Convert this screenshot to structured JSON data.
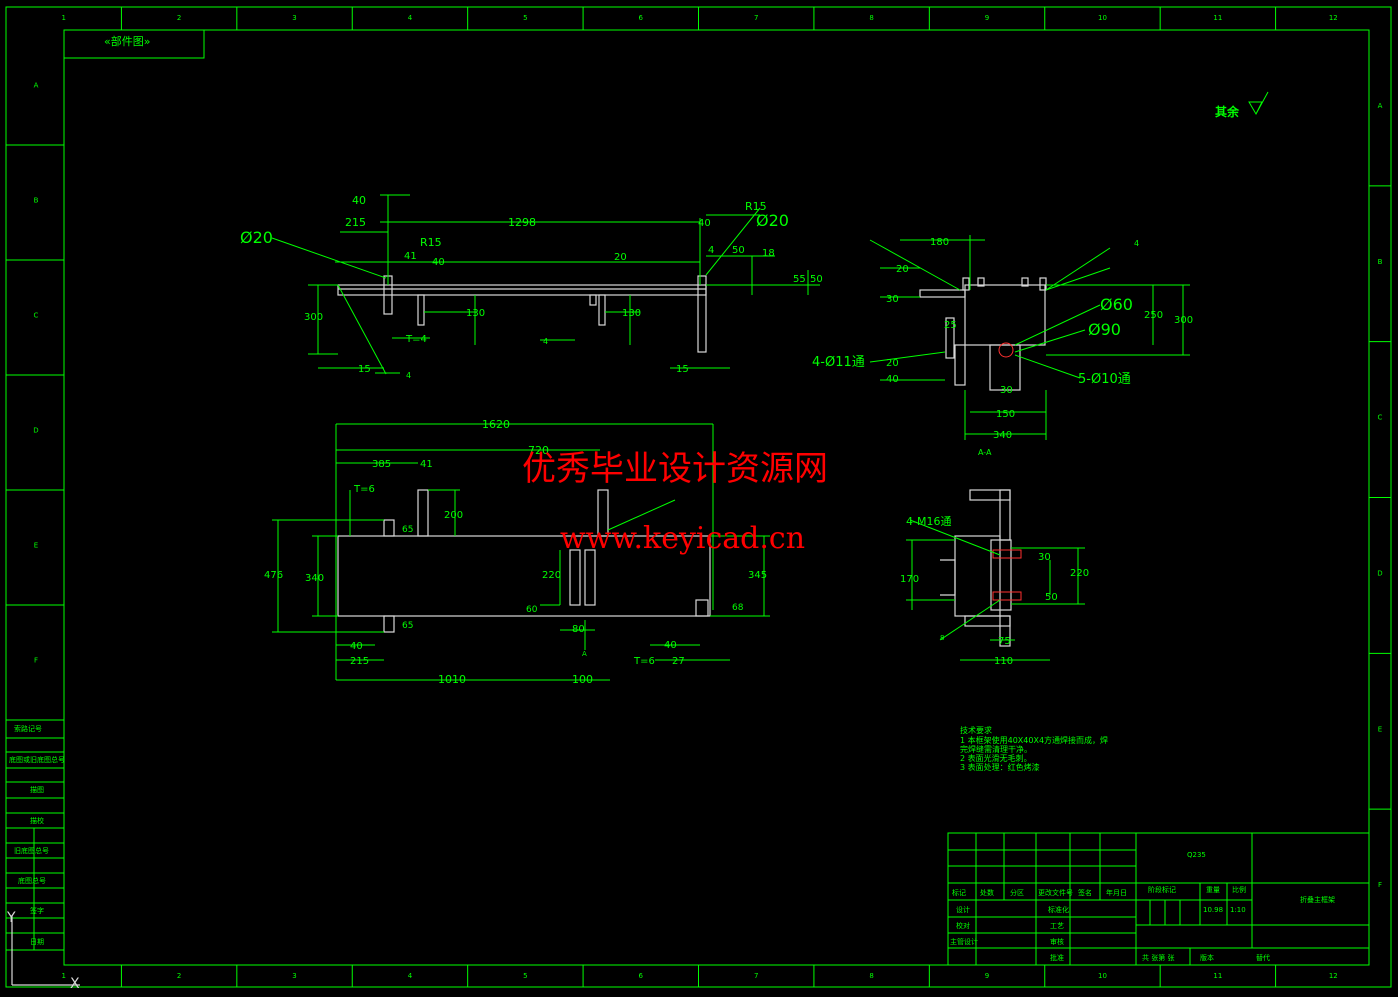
{
  "frame": {
    "col_numbers": [
      "1",
      "2",
      "3",
      "4",
      "5",
      "6",
      "7",
      "8",
      "9",
      "10",
      "11",
      "12"
    ],
    "row_letters": [
      "A",
      "B",
      "C",
      "D",
      "E",
      "F"
    ],
    "top_left_label": "«部件图»"
  },
  "roughness_note": "其余",
  "left_strip": [
    "索路记号",
    "底图或旧底图总号",
    "描图",
    "描校",
    "旧底图总号",
    "底图总号",
    "签字",
    "日期"
  ],
  "front_view": {
    "phi_left": "Ø20",
    "phi_right": "Ø20",
    "r15_right": "R15",
    "r15_left": "R15",
    "dims": [
      "40",
      "215",
      "1298",
      "40",
      "41",
      "40",
      "20",
      "18",
      "55",
      "50",
      "300",
      "130",
      "130",
      "T=4",
      "15",
      "15",
      "4",
      "4",
      "50",
      "4"
    ]
  },
  "section_view": {
    "dims": [
      "180",
      "20",
      "30",
      "25",
      "20",
      "40",
      "250",
      "300",
      "30",
      "150",
      "340",
      "4"
    ],
    "phi60": "Ø60",
    "phi90": "Ø90",
    "holes_left": "4-Ø11通",
    "holes_right": "5-Ø10通",
    "label": "A-A"
  },
  "plan_view": {
    "dims": [
      "1620",
      "720",
      "385",
      "41",
      "T=6",
      "200",
      "65",
      "476",
      "340",
      "220",
      "345",
      "60",
      "68",
      "65",
      "40",
      "215",
      "80",
      "A",
      "40",
      "27",
      "T=6",
      "1010",
      "100"
    ]
  },
  "detail_view": {
    "thread": "4-M16通",
    "dims": [
      "170",
      "30",
      "220",
      "50",
      "75",
      "110",
      "8"
    ]
  },
  "tech_notes": {
    "title": "技术要求",
    "lines": [
      "1 本框架使用40X40X4方通焊接而成，焊",
      "完焊缝需清理干净。",
      "2 表面光滑无毛刺。",
      "3 表面处理：红色烤漆"
    ]
  },
  "title_block": {
    "material": "Q235",
    "part_name": "折叠主框架",
    "header_cells": [
      "标记",
      "处数",
      "分区",
      "更改文件号",
      "签名",
      "年月日"
    ],
    "stage_cells": [
      "阶段标记",
      "重量",
      "比例"
    ],
    "weight": "10.98",
    "scale": "1:10",
    "roles": [
      "设计",
      "校对",
      "主管设计"
    ],
    "roles2": [
      "标准化",
      "工艺",
      "审核",
      "批准"
    ],
    "bottom": [
      "共 张第 张",
      "版本",
      "替代"
    ]
  },
  "watermark": {
    "cn": "优秀毕业设计资源网",
    "url": "www.keyicad.cn"
  },
  "colors": {
    "line": "#00ff00",
    "background": "#000000",
    "watermark": "#ff0000",
    "geometry": "#d8d8d8"
  }
}
